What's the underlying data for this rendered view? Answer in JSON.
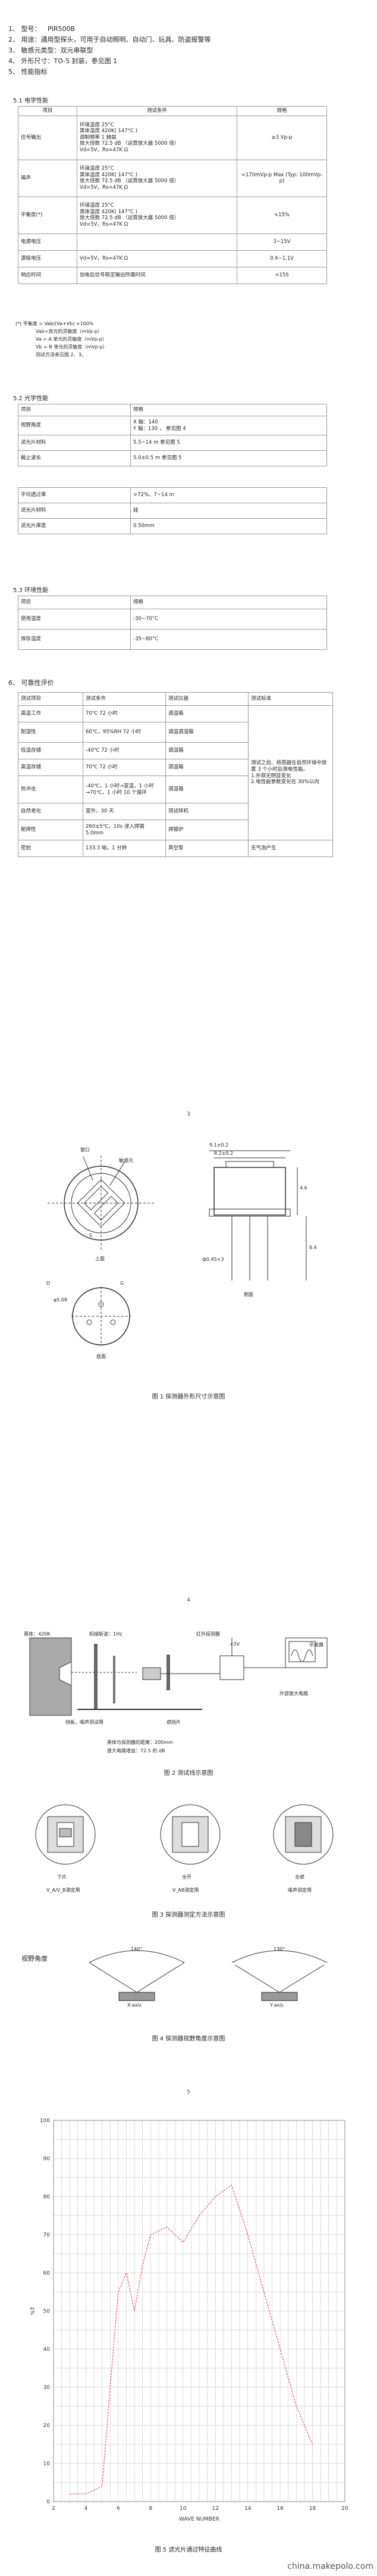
{
  "header": {
    "l1_num": "1、",
    "l1_label": "型号：",
    "l1_value": "PIR500B",
    "l2_num": "2、",
    "l2_text": "用途：通用型探头，可用于自动照明、自动门、玩具、防盗报警等",
    "l3_num": "3、",
    "l3_text": "敏感元类型：双元串联型",
    "l4_num": "4、",
    "l4_text": "外形尺寸：TO-5 封装，参见图 1",
    "l5_num": "5、",
    "l5_text": "性能指标"
  },
  "s51": {
    "title": "5.1 电学性能",
    "head": [
      "项目",
      "测试条件",
      "规格"
    ],
    "rows": [
      {
        "item": "信号输出",
        "cond": [
          "环境温度 25°C",
          "黑体温度 420K( 147°C )",
          "调制频率 1 赫兹",
          "放大倍数 72.5 dB （运算放大器 5000 倍）",
          "Vd=5V，Rs=47K Ω"
        ],
        "spec": "≥3 Vp-p"
      },
      {
        "item": "噪声",
        "cond": [
          "环境温度 25°C",
          "黑体温度 420K( 147°C )",
          "放大倍数 72.5 dB （运算放大器 5000 倍）",
          "Vd=5V，Rs=47K Ω"
        ],
        "spec": "<170mVp-p Max (Typ: 100mVp-p)"
      },
      {
        "item": "平衡度(*)",
        "cond": [
          "环境温度 25°C",
          "黑体温度 420K( 147°C )",
          "放大倍数 72.5 dB （运算放大器 5000 倍）",
          "Vd=5V，Rs=47K Ω"
        ],
        "spec": "<15%"
      },
      {
        "item": "电源电压",
        "cond": [],
        "spec": "3~15V"
      },
      {
        "item": "源极电压",
        "cond": [
          "Vd=5V，Rs=47K Ω"
        ],
        "spec": "0.4~1.1V"
      },
      {
        "item": "响应时间",
        "cond": [
          "加电后信号稳定输出所需时间"
        ],
        "spec": "<15S"
      }
    ],
    "notes": [
      "(*) 平衡度 = Vab/(Va+Vb) ×100%",
      "Vab=双元的灵敏度（mVp-p）",
      "Va = A 单元的灵敏度（mVp-p）",
      "Vb = B 单元的灵敏度（mVp-p）",
      "测试方法参见图 2、3。"
    ]
  },
  "s52": {
    "title": "5.2 光学性能",
    "head": [
      "项目",
      "规格"
    ],
    "rows": [
      {
        "item": "视野角度",
        "spec": [
          "X 轴：140",
          "Y 轴：130 ， 参见图 4"
        ]
      },
      {
        "item": "滤光片材料",
        "spec": [
          "5.5~14 m 参见图 5"
        ]
      },
      {
        "item": "截止波长",
        "spec": [
          "5.0±0.5 m 参见图 5"
        ]
      }
    ],
    "table2": [
      {
        "item": "平均透过率",
        "spec": ">72%，7~14 m"
      },
      {
        "item": "滤光片材料",
        "spec": "硅"
      },
      {
        "item": "滤光片厚度",
        "spec": "0.50mm"
      }
    ]
  },
  "s53": {
    "title": "5.3 环境性能",
    "head": [
      "项目",
      "规格"
    ],
    "rows": [
      {
        "item": "使用温度",
        "spec": "-30~70°C"
      },
      {
        "item": "保存温度",
        "spec": "-35~80°C"
      }
    ]
  },
  "s6": {
    "title": "6、 可靠性评价",
    "head": [
      "测试项目",
      "测试条件",
      "测试仪器",
      "测试标准"
    ],
    "rows": [
      {
        "item": "高温工作",
        "cond": "70℃ 72 小时",
        "inst": "调温箱",
        "std": ""
      },
      {
        "item": "耐湿性",
        "cond": "60℃，95%RH 72 小时",
        "inst": "调温调湿箱",
        "std": ""
      },
      {
        "item": "低温存储",
        "cond": "-40℃ 72 小时",
        "inst": "调温箱",
        "std": ""
      },
      {
        "item": "高温存储",
        "cond": "70℃ 72 小时",
        "inst": "调温箱",
        "std": ""
      },
      {
        "item": "热冲击",
        "cond": "-40℃，1 小时→室温，1 小时→70℃，1 小时 10 个循环",
        "inst": "调温箱",
        "std": ""
      },
      {
        "item": "自然老化",
        "cond": "室外，30 天",
        "inst": "测试样机",
        "std": ""
      },
      {
        "item": "耐焊性",
        "cond": "260±5℃，10s 浸入焊锡 5.0mm",
        "inst": "焊锡炉",
        "std": ""
      },
      {
        "item": "密封",
        "cond": "133.3 帕，1 分钟",
        "inst": "真空泵",
        "std": "无气泡产生"
      }
    ],
    "std_text": [
      "测试之后、将感器在自然环境中放置 3 个小时后测电性能。",
      "1.外观无明显变化",
      "2.电性能参数变化在 30%以内"
    ]
  },
  "page_nums": [
    "3",
    "4",
    "5"
  ],
  "fig1": {
    "caption": "图 1  探测器外形尺寸示意图",
    "top_view": "上面",
    "side_view": "侧面",
    "bottom_view": "底面",
    "window": "窗口",
    "element": "敏感元",
    "d1": "9.1±0.2",
    "d2": "8.2±0.2",
    "d3": "4.6",
    "d4": "6.4",
    "d5": "ф0.45×3",
    "d6": "φ5.08",
    "pins": [
      "D",
      "G",
      "S"
    ]
  },
  "fig2": {
    "caption": "图 2 测试线示意图",
    "blackbody": "黑体：420K",
    "chopper": "机械斩波：1Hz",
    "ir_sensor": "红外探测器",
    "supply": "+5V",
    "scope": "示波器",
    "amp": "外部放大电路",
    "stage": "挡板，噪声测试用",
    "shade": "遮挡片",
    "info1": "黑体与探测器的距离：200mm",
    "info2": "放大电路增益：72.5 的 dB"
  },
  "fig3": {
    "caption": "图 3 探测器测定方法示意图",
    "labels": [
      "V_A/V_B测定用",
      "V_AB测定用",
      "噪声测定用"
    ],
    "sub": [
      "下片",
      "全开",
      "全遮"
    ]
  },
  "fig4": {
    "caption": "图 4  探测器视野角度示意图",
    "title": "视野角度",
    "x_angle": "140°",
    "y_angle": "130°",
    "x_axis": "X-axis",
    "y_axis": "Y-axis"
  },
  "fig5": {
    "caption": "图 5  滤光片通过特征曲线",
    "x_ticks": [
      "2",
      "4",
      "6",
      "8",
      "10",
      "12",
      "14",
      "16",
      "18",
      "20"
    ],
    "y_ticks": [
      "0",
      "10",
      "20",
      "30",
      "40",
      "50",
      "60",
      "70",
      "80",
      "90",
      "100"
    ],
    "xlabel": "WAVE NUMBER",
    "ylabel": "%T"
  },
  "chart_data": {
    "type": "line",
    "x": [
      3,
      4,
      5,
      5.5,
      6,
      6.5,
      7,
      7.5,
      8,
      9,
      10,
      11,
      12,
      13,
      14,
      15,
      16,
      17,
      18
    ],
    "series": [
      {
        "values": [
          2,
          2,
          4,
          30,
          55,
          60,
          50,
          62,
          70,
          72,
          68,
          75,
          80,
          83,
          70,
          55,
          40,
          25,
          15
        ]
      }
    ],
    "xlim": [
      2,
      20
    ],
    "ylim": [
      0,
      100
    ]
  },
  "watermark": "china.makepolo.com",
  "colors": {
    "curve": "#e05050",
    "grid": "#bbbbbb"
  }
}
